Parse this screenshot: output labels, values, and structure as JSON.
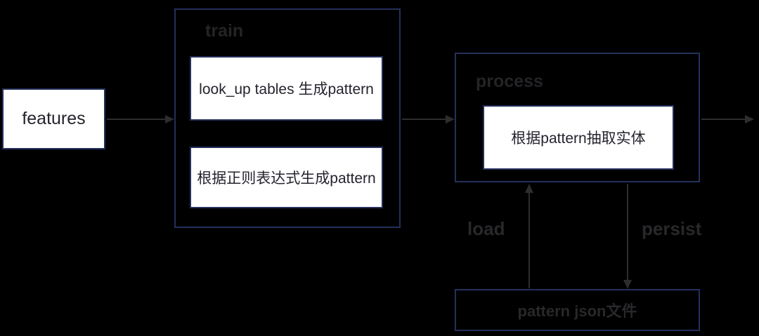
{
  "diagram": {
    "background_color": "#000000",
    "border_color": "#25305c",
    "box_fill_color": "#ffffff",
    "box_text_color": "#24242e",
    "muted_label_color": "#28282b",
    "arrow_color": "#2d2d2d",
    "nodes": {
      "features": {
        "label": "features"
      },
      "train_group": {
        "label": "train"
      },
      "train_item_1": {
        "label": "look_up tables 生成pattern"
      },
      "train_item_2": {
        "label": "根据正则表达式生成pattern"
      },
      "process_group": {
        "label": "process"
      },
      "process_item": {
        "label": "根据pattern抽取实体"
      },
      "pattern_file": {
        "label": "pattern json文件"
      }
    },
    "edges": {
      "features_to_train": {
        "label": ""
      },
      "train_to_process": {
        "label": ""
      },
      "process_to_out": {
        "label": ""
      },
      "load": {
        "label": "load"
      },
      "persist": {
        "label": "persist"
      }
    }
  }
}
